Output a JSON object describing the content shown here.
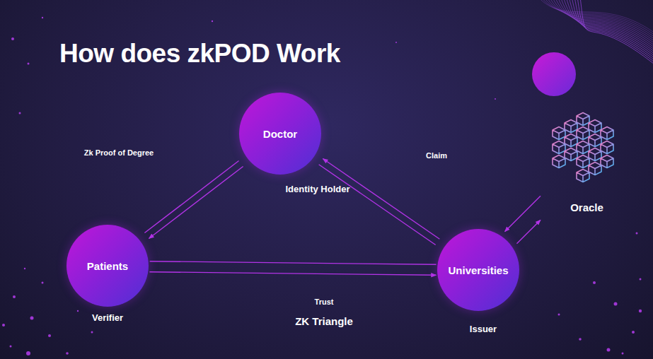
{
  "diagram": {
    "title": "How does zkPOD Work",
    "nodes": [
      {
        "text": [
          "Doctor",
          "Identity Holder"
        ]
      },
      {
        "text": [
          "Patients",
          "Verifier"
        ]
      },
      {
        "text": [
          "Universities",
          "Issuer"
        ]
      },
      {
        "text": [
          "Oracle"
        ]
      }
    ],
    "edges": [
      {
        "from": 0,
        "to": 1,
        "label": "Zk Proof of Degree",
        "arrow": "to"
      },
      {
        "from": 0,
        "to": 1,
        "arrow": "none"
      },
      {
        "from": 2,
        "to": 0,
        "label": "Claim",
        "arrow": "to"
      },
      {
        "from": 2,
        "to": 0,
        "arrow": "none"
      },
      {
        "from": 1,
        "to": 2,
        "label": "Trust",
        "arrow": "to"
      },
      {
        "from": 1,
        "to": 2,
        "arrow": "none"
      },
      {
        "from": 3,
        "to": 2,
        "arrow": "to"
      },
      {
        "from": 2,
        "to": 3,
        "arrow": "to"
      }
    ],
    "labels": [
      "ZK Triangle"
    ]
  }
}
